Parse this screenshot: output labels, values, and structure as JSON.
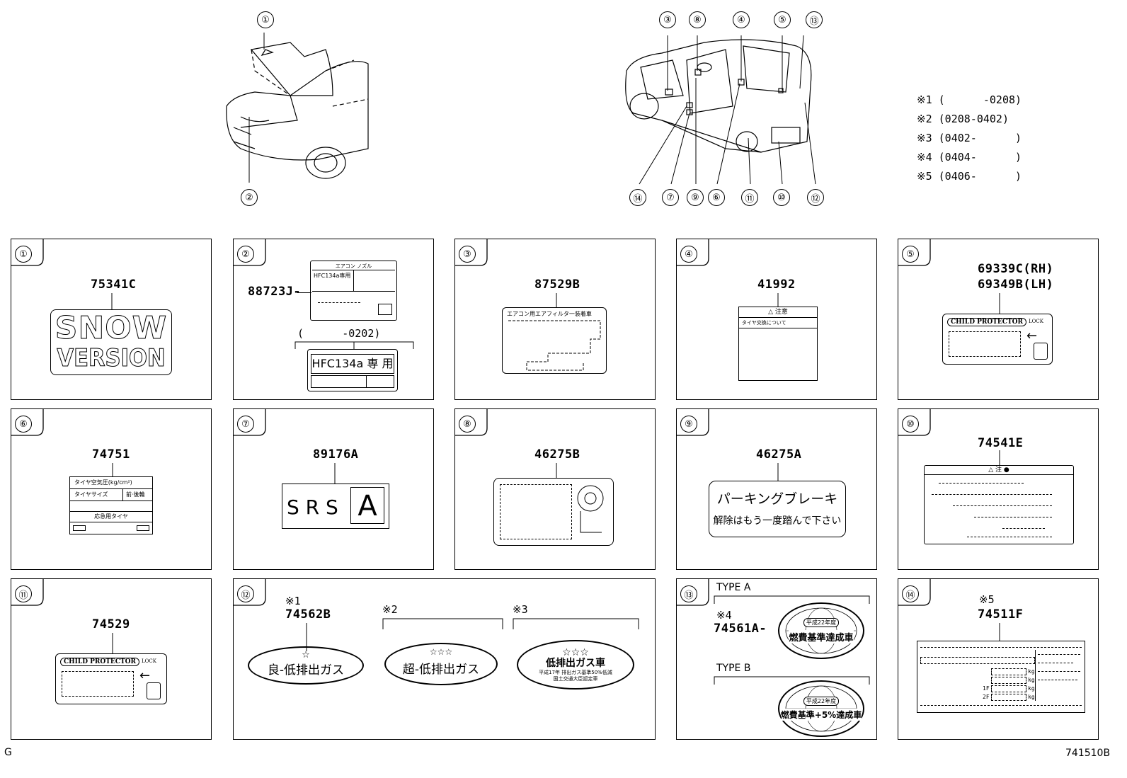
{
  "notes": [
    {
      "mark": "※1",
      "range": "(      -0208)"
    },
    {
      "mark": "※2",
      "range": "(0208-0402)"
    },
    {
      "mark": "※3",
      "range": "(0402-      )"
    },
    {
      "mark": "※4",
      "range": "(0404-      )"
    },
    {
      "mark": "※5",
      "range": "(0406-      )"
    }
  ],
  "callouts_top": [
    "①",
    "②",
    "③",
    "⑧",
    "④",
    "⑤",
    "⑬",
    "⑭",
    "⑦",
    "⑨",
    "⑥",
    "⑪",
    "⑩",
    "⑫"
  ],
  "panels": {
    "p1": {
      "num": "①",
      "part": "75341C",
      "text1": "SNOW",
      "text2": "VERSION"
    },
    "p2": {
      "num": "②",
      "part": "88723J-",
      "range": "(      -0202)",
      "lbl_small": "HFC134a専用",
      "lbl_big": "HFC134a 専 用"
    },
    "p3": {
      "num": "③",
      "part": "87529B",
      "title": "エアコン用エアフィルタ一装着車"
    },
    "p4": {
      "num": "④",
      "part": "41992",
      "title": "△ 注意",
      "sub": "タイヤ交換について"
    },
    "p5": {
      "num": "⑤",
      "part1": "69339C(RH)",
      "part2": "69349B(LH)",
      "badge": "CHILD PROTECTOR",
      "lock": "LOCK"
    },
    "p6": {
      "num": "⑥",
      "part": "74751",
      "row1": "タイヤ空気圧(kg/cm²)",
      "row2a": "タイヤサイズ",
      "row2b": "前·後輪",
      "row3": "応急用タイヤ"
    },
    "p7": {
      "num": "⑦",
      "part": "89176A",
      "srs": "S R S",
      "box": "A"
    },
    "p8": {
      "num": "⑧",
      "part": "46275B"
    },
    "p9": {
      "num": "⑨",
      "part": "46275A",
      "line1": "パーキングブレーキ",
      "line2": "解除はもう一度踏んで下さい"
    },
    "p10": {
      "num": "⑩",
      "part": "74541E"
    },
    "p11": {
      "num": "⑪",
      "part": "74529",
      "badge": "CHILD PROTECTOR",
      "lock": "LOCK"
    },
    "p12": {
      "num": "⑫",
      "mark1": "※1",
      "part": "74562B",
      "mark2": "※2",
      "mark3": "※3",
      "oval1": "良-低排出ガス",
      "oval2": "超-低排出ガス",
      "oval3a": "低排出ガス車",
      "oval3b": "平成17年 排出ガス基準50%低減",
      "oval3c": "国土交通大臣認定車",
      "star1": "☆",
      "star2": "☆☆☆",
      "star3": "☆☆☆"
    },
    "p13": {
      "num": "⑬",
      "typeA": "TYPE A",
      "typeB": "TYPE B",
      "mark": "※4",
      "part": "74561A-",
      "a_top": "平成22年度",
      "a_main": "燃費基準達成車",
      "b_top": "平成22年度",
      "b_main": "燃費基準+5%達成車"
    },
    "p14": {
      "num": "⑭",
      "mark": "※5",
      "part": "74511F",
      "kg": "kg",
      "f1": "1F",
      "f2": "2F"
    }
  },
  "footer_left": "G",
  "footer_right": "741510B"
}
